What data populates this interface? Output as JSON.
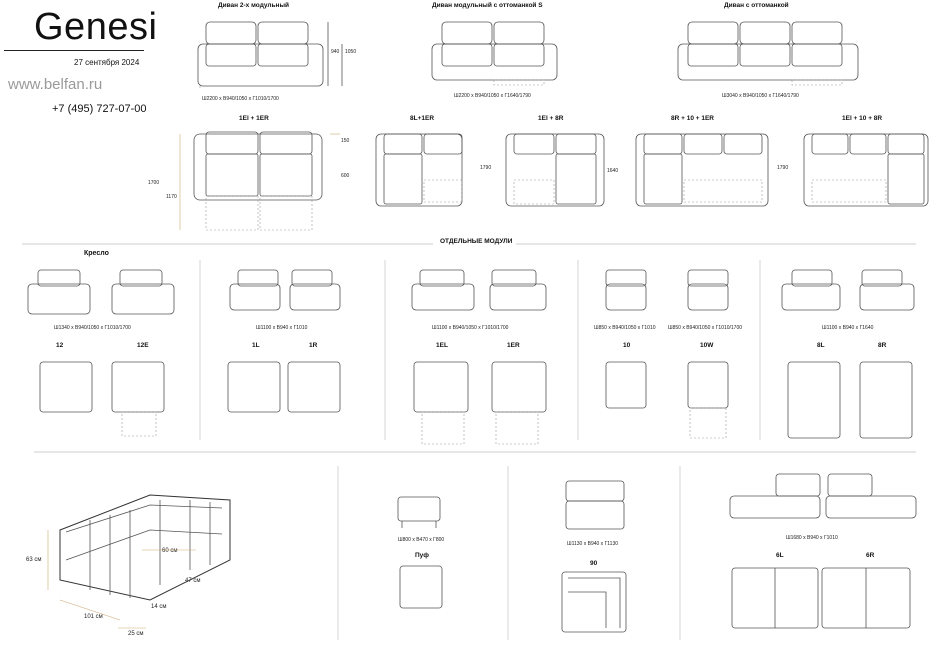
{
  "brand": {
    "name": "Genesi",
    "date": "27 сентября 2024",
    "site": "www.belfan.ru",
    "phone": "+7 (495) 727-07-00"
  },
  "top_row": [
    {
      "title": "Диван 2-х модульный",
      "dims": "Ш2200 x В940/1050 x Г1010/1700",
      "h1": "940",
      "h2": "1050"
    },
    {
      "title": "Диван модульный с оттоманкой S",
      "dims": "Ш2200 x В940/1050 x Г1640/1790"
    },
    {
      "title": "Диван с оттоманкой",
      "dims": "Ш3040 x В940/1050 x Г1640/1790"
    }
  ],
  "configs": [
    {
      "label": "1El + 1ER",
      "d1": "150",
      "d2": "600",
      "d3": "1700",
      "d4": "1170"
    },
    {
      "label": "8L+1ER"
    },
    {
      "label": "1El + 8R",
      "d1": "1790",
      "d2": "1640"
    },
    {
      "label": "8R + 10 + 1ER"
    },
    {
      "label": "1El + 10 + 8R",
      "d1": "1790"
    }
  ],
  "modules_title": "ОТДЕЛЬНЫЕ МОДУЛИ",
  "armchair_title": "Кресло",
  "module_groups": [
    {
      "dims": "Ш1340 x В940/1050 x Г1010/1700",
      "a": "12",
      "b": "12E"
    },
    {
      "dims": "Ш1100 x В940 x Г1010",
      "a": "1L",
      "b": "1R"
    },
    {
      "dims": "Ш1100 x В940/1050 x Г1010/1700",
      "a": "1EL",
      "b": "1ER"
    },
    {
      "dims1": "Ш850 x В940/1050 x Г1010",
      "dims2": "Ш850 x В940/1050 x Г1010/1700",
      "a": "10",
      "b": "10W"
    },
    {
      "dims": "Ш1100 x В940 x Г1640",
      "a": "8L",
      "b": "8R"
    }
  ],
  "bottom": {
    "measures": [
      "63 см",
      "60 см",
      "47 см",
      "14 см",
      "101 см",
      "25 см"
    ],
    "pouf_dims": "Ш800 x В470 x Г800",
    "pouf_title": "Пуф",
    "corner_dims": "Ш1130 x В940 x Г1130",
    "corner_title": "90",
    "pair_dims": "Ш1680 x В940 x Г1010",
    "pair_a": "6L",
    "pair_b": "6R"
  }
}
